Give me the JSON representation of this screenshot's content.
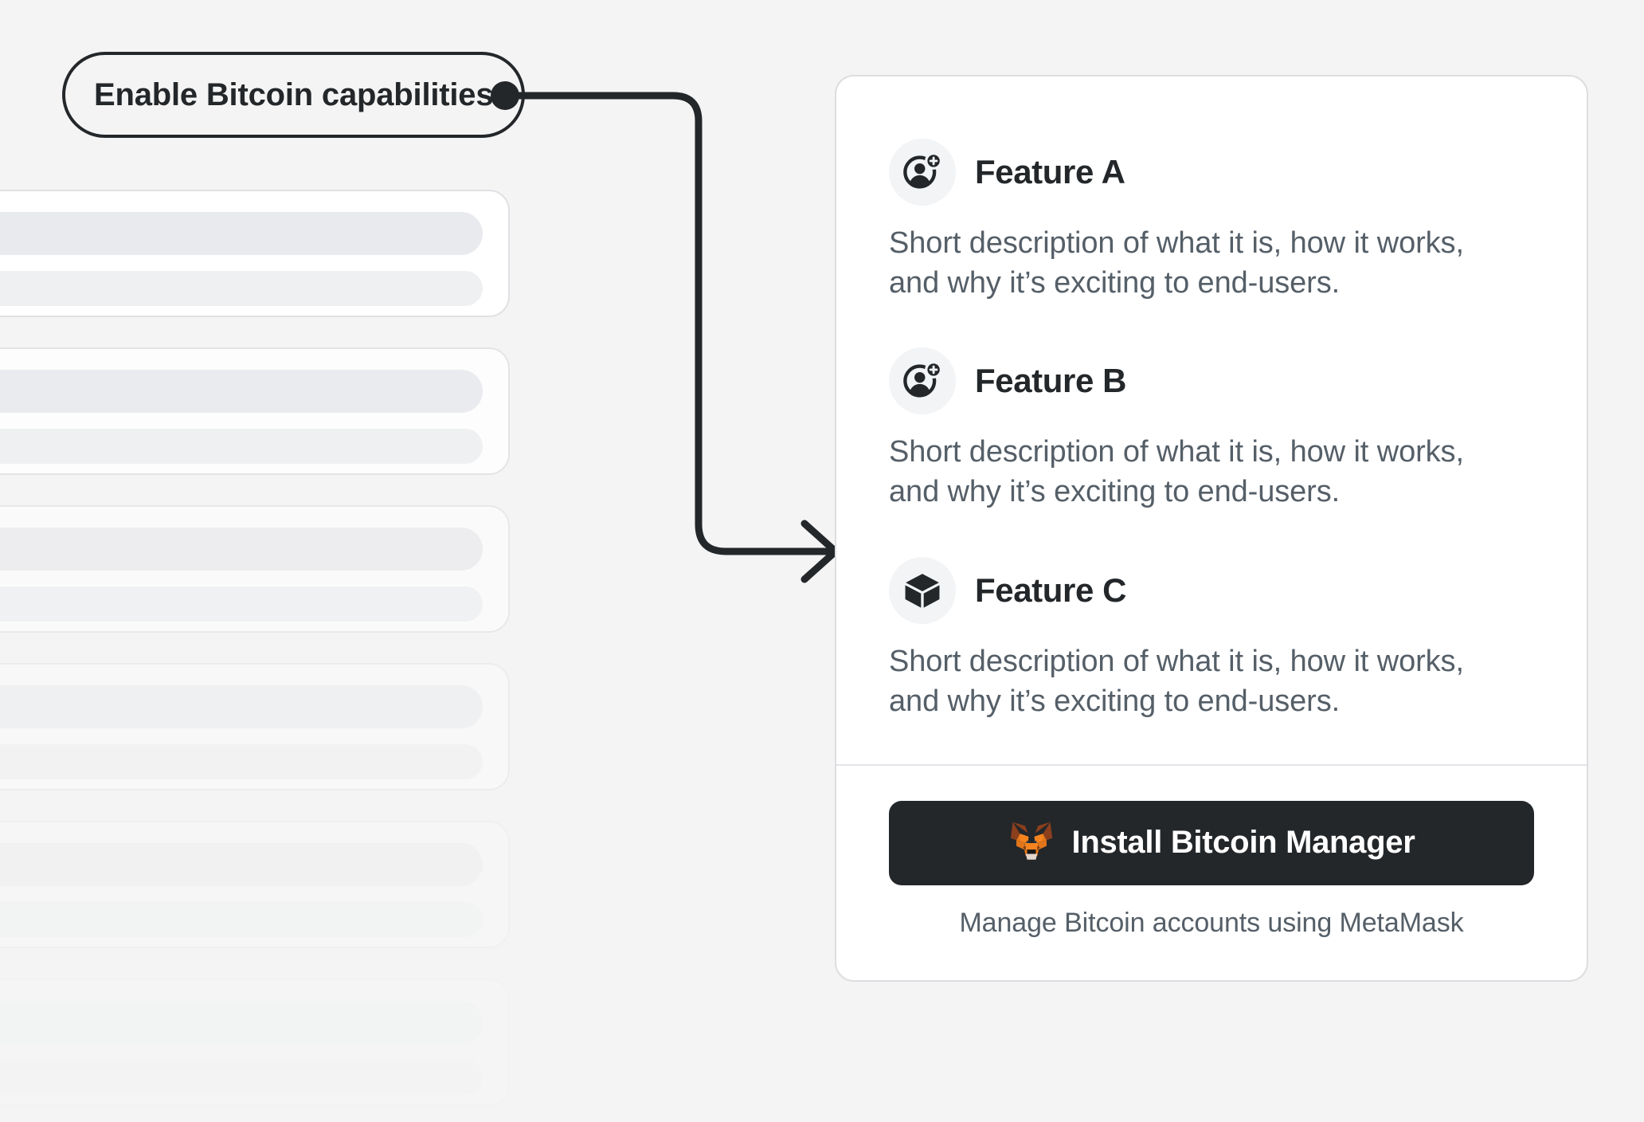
{
  "callout": {
    "label": "Enable Bitcoin capabilities",
    "connector_color": "#24272a"
  },
  "skeleton": {
    "cards": [
      {
        "name": "placeholder-card-1",
        "opacity": 1
      },
      {
        "name": "placeholder-card-2",
        "opacity": 0.82
      },
      {
        "name": "placeholder-card-3",
        "opacity": 0.6
      },
      {
        "name": "placeholder-card-4",
        "opacity": 0.38
      },
      {
        "name": "placeholder-card-5",
        "opacity": 0.2
      },
      {
        "name": "placeholder-card-6",
        "opacity": 0.09
      }
    ]
  },
  "card": {
    "features": [
      {
        "icon": "add-account-icon",
        "title": "Feature A",
        "description": "Short description of what it is, how it works, and why it’s exciting to end-users."
      },
      {
        "icon": "add-account-icon",
        "title": "Feature B",
        "description": "Short description of what it is, how it works, and why it’s exciting to end-users."
      },
      {
        "icon": "cube-icon",
        "title": "Feature C",
        "description": "Short description of what it is, how it works, and why it’s exciting to end-users."
      }
    ],
    "footer": {
      "install_label": "Install Bitcoin Manager",
      "install_icon": "metamask-fox-icon",
      "note": "Manage Bitcoin accounts using MetaMask",
      "button_color": "#24272a"
    }
  },
  "colors": {
    "background": "#f4f4f4",
    "text_primary": "#24272a",
    "text_muted": "#555f68",
    "card_border": "#dcdee1",
    "icon_bubble": "#f2f4f6",
    "fox_orange": "#e2761b",
    "fox_light_orange": "#f5841f",
    "fox_brown": "#8b3f1d",
    "fox_cream": "#e4d7cd"
  }
}
